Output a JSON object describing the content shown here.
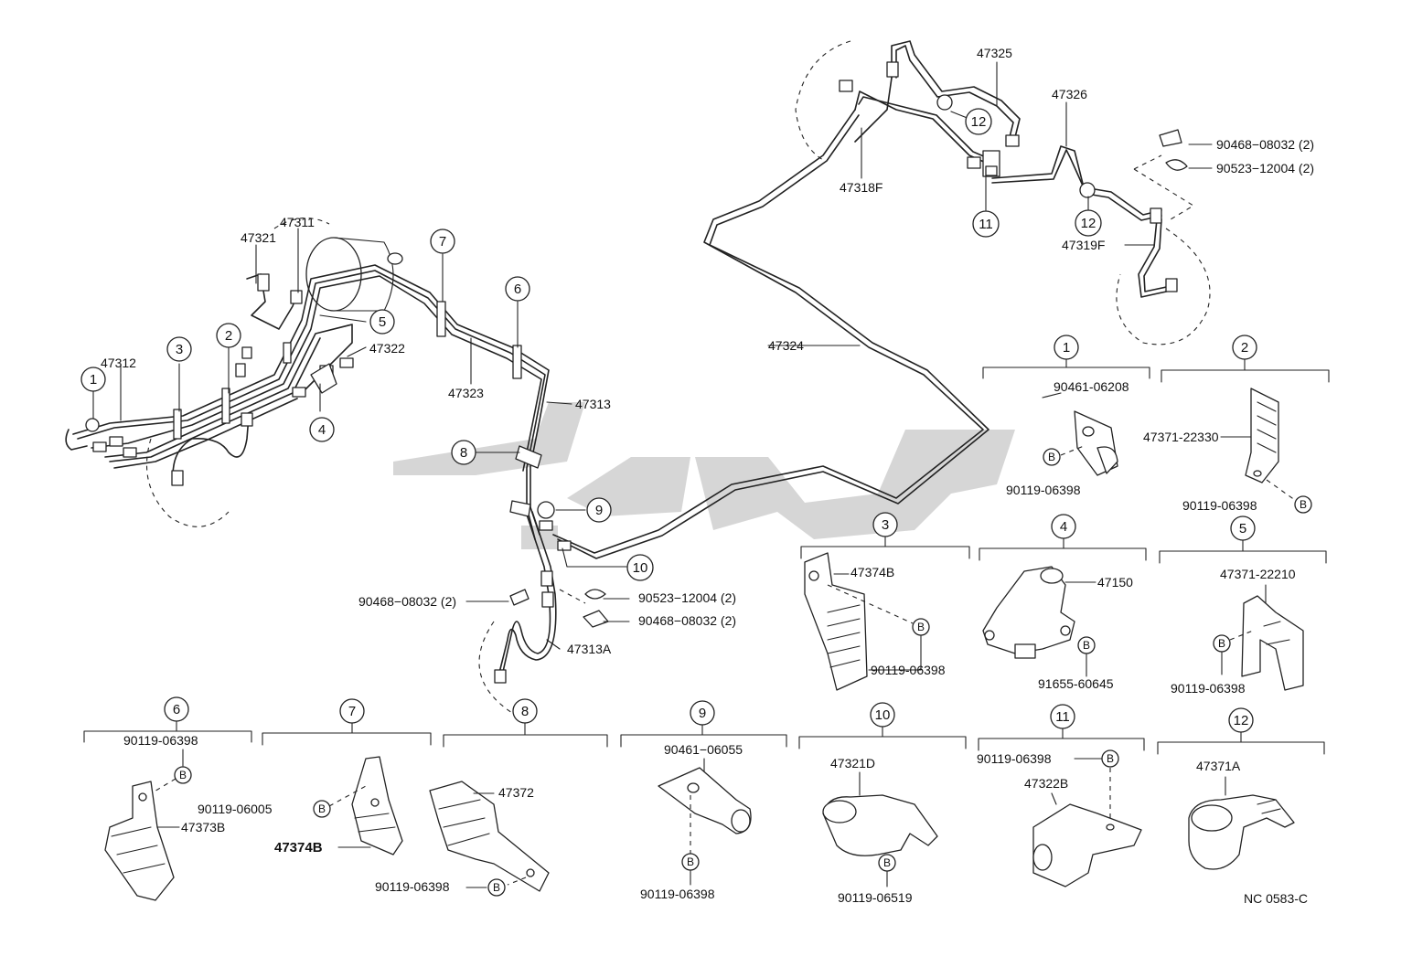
{
  "callouts": [
    "1",
    "2",
    "3",
    "4",
    "5",
    "6",
    "7",
    "8",
    "9",
    "10",
    "11",
    "12"
  ],
  "main_labels": {
    "l47321": "47321",
    "l47311": "47311",
    "l47312": "47312",
    "l47322": "47322",
    "l47323": "47323",
    "l47313": "47313",
    "l47324": "47324",
    "l47325": "47325",
    "l47326": "47326",
    "l47318F": "47318F",
    "l47319F": "47319F",
    "l47313A": "47313A",
    "rear_clip": "90468−08032 (2)",
    "rear_clipnut": "90523−12004 (2)",
    "mid_clip_left": "90468−08032 (2)",
    "mid_clipnut": "90523−12004 (2)",
    "mid_clip_right": "90468−08032 (2)"
  },
  "detail": {
    "d1": {
      "part": "90461-06208",
      "bolt": "90119-06398"
    },
    "d2": {
      "part": "47371-22330",
      "bolt": "90119-06398"
    },
    "d3": {
      "part": "47374B",
      "bolt": "90119-06398"
    },
    "d4": {
      "part": "47150",
      "bolt": "91655-60645"
    },
    "d5": {
      "part": "47371-22210",
      "bolt": "90119-06398"
    },
    "d6": {
      "bolt": "90119-06398",
      "part": "47373B"
    },
    "d7": {
      "bolt": "90119-06005",
      "part": "47374B"
    },
    "d8": {
      "part": "47372",
      "bolt": "90119-06398"
    },
    "d9": {
      "part": "90461−06055",
      "bolt": "90119-06398"
    },
    "d10": {
      "part": "47321D",
      "bolt": "90119-06519"
    },
    "d11": {
      "bolt": "90119-06398",
      "part": "47322B"
    },
    "d12": {
      "part": "47371A"
    }
  },
  "bolt_letter": "B",
  "code": "NC 0583-C"
}
